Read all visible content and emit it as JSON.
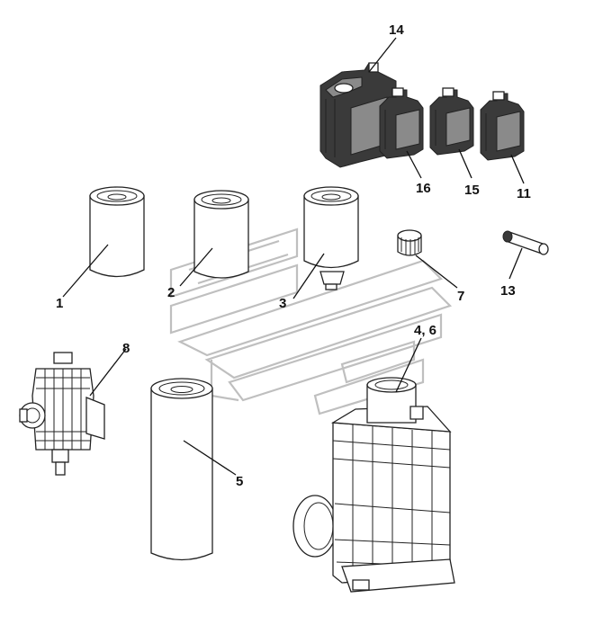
{
  "callouts": {
    "c1": "1",
    "c2": "2",
    "c3": "3",
    "c46": "4, 6",
    "c5": "5",
    "c7": "7",
    "c8": "8",
    "c11": "11",
    "c13": "13",
    "c14": "14",
    "c15": "15",
    "c16": "16"
  },
  "colors": {
    "line": "#222222",
    "watermark": "#bfbfbf",
    "background": "#ffffff"
  }
}
